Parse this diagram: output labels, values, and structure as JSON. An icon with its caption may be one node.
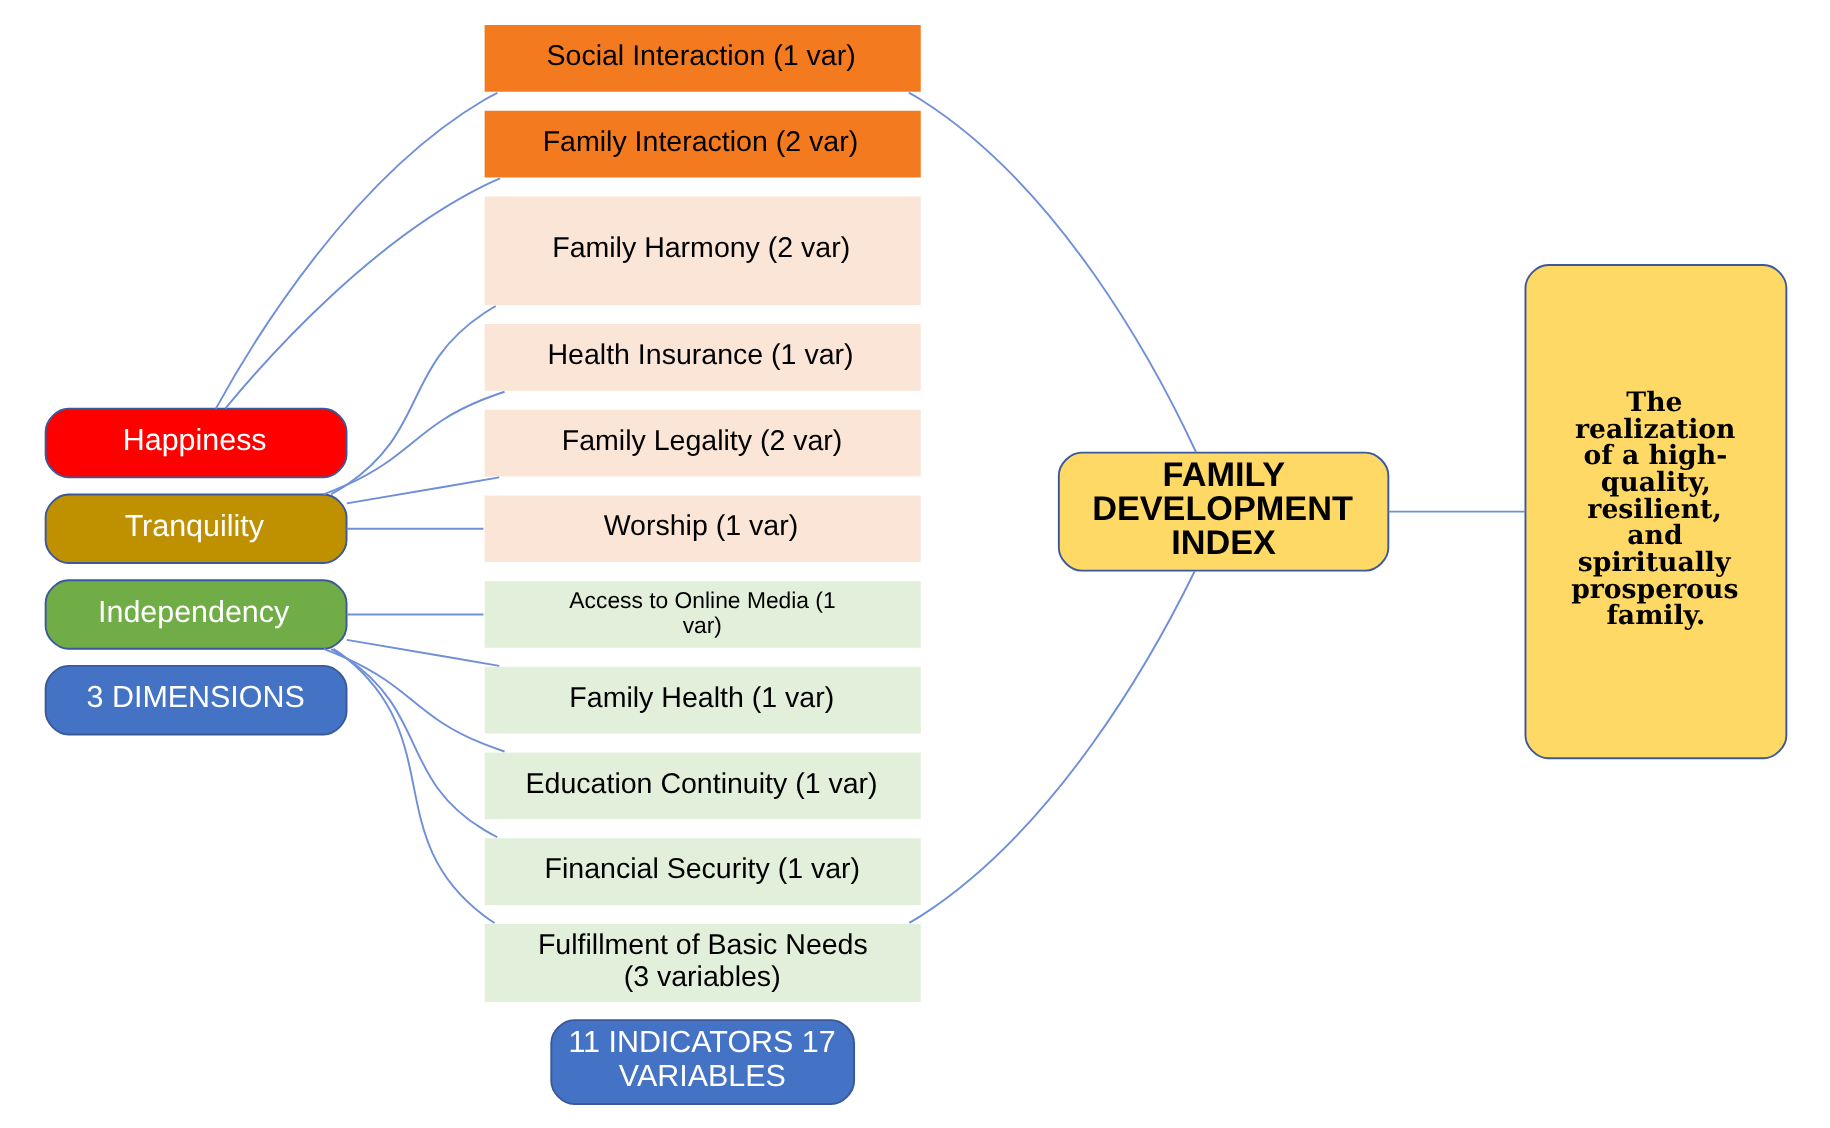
{
  "diagram": {
    "nodes": [
      {
        "text": [
          "3 DIMENSIONS"
        ]
      },
      {
        "text": [
          "11 INDICATORS 17 VARIABLES"
        ]
      },
      {
        "text": [
          "Independency"
        ]
      },
      {
        "text": [
          "Fulfillment of Basic Needs (3 variables)"
        ]
      },
      {
        "text": [
          "Financial Security (1 var)"
        ]
      },
      {
        "text": [
          "Education Continuity (1 var)"
        ]
      },
      {
        "text": [
          "Family Health (1 var)"
        ]
      },
      {
        "text": [
          "Access to Online Media (1 var)"
        ]
      },
      {
        "text": [
          "Tranquility"
        ]
      },
      {
        "text": [
          "Worship (1 var)"
        ]
      },
      {
        "text": [
          "Family Legality (2 var)"
        ]
      },
      {
        "text": [
          "Health Insurance (1 var)"
        ]
      },
      {
        "text": [
          "Family Harmony (2 var)"
        ]
      },
      {
        "text": [
          "Happiness"
        ]
      },
      {
        "text": [
          "Family Interaction (2 var)"
        ]
      },
      {
        "text": [
          "Social Interaction (1 var)"
        ]
      },
      {
        "text": [
          "FAMILY DEVELOPMENT INDEX"
        ]
      },
      {
        "text": [
          "The realization of a high-quality, resilient, and spiritually prosperous family."
        ]
      }
    ],
    "edges": [
      {
        "from": 2,
        "to": 3,
        "arrow": "none"
      },
      {
        "from": 2,
        "to": 4,
        "arrow": "none"
      },
      {
        "from": 2,
        "to": 5,
        "arrow": "none"
      },
      {
        "from": 2,
        "to": 6,
        "arrow": "none"
      },
      {
        "from": 2,
        "to": 7,
        "arrow": "none"
      },
      {
        "from": 8,
        "to": 9,
        "arrow": "none"
      },
      {
        "from": 8,
        "to": 10,
        "arrow": "none"
      },
      {
        "from": 8,
        "to": 11,
        "arrow": "none"
      },
      {
        "from": 8,
        "to": 12,
        "arrow": "none"
      },
      {
        "from": 13,
        "to": 14,
        "arrow": "none"
      },
      {
        "from": 13,
        "to": 15,
        "arrow": "none"
      },
      {
        "from": 3,
        "to": 16,
        "arrow": "none"
      },
      {
        "from": 15,
        "to": 16,
        "arrow": "none"
      },
      {
        "from": 16,
        "to": 17,
        "arrow": "none"
      }
    ]
  }
}
